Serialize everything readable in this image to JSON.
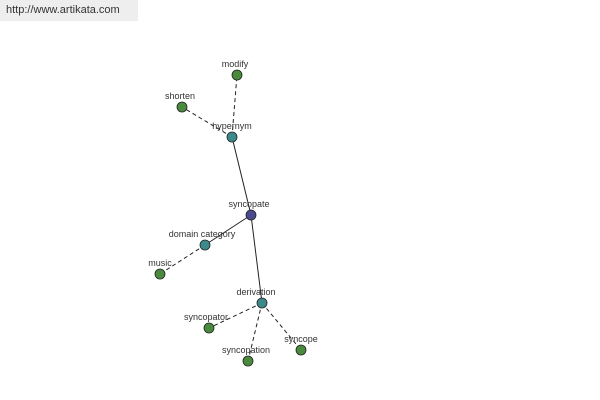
{
  "header": {
    "url": "http://www.artikata.com"
  },
  "graph": {
    "colors": {
      "center": "#4a4a8e",
      "relation": "#3c8a8a",
      "leaf": "#4a8a3c",
      "edge": "#222222"
    },
    "nodes": [
      {
        "id": "syncopate",
        "label": "syncopate",
        "kind": "center"
      },
      {
        "id": "hypernym",
        "label": "hypernym",
        "kind": "relation"
      },
      {
        "id": "domain_category",
        "label": "domain category",
        "kind": "relation"
      },
      {
        "id": "derivation",
        "label": "derivation",
        "kind": "relation"
      },
      {
        "id": "modify",
        "label": "modify",
        "kind": "leaf"
      },
      {
        "id": "shorten",
        "label": "shorten",
        "kind": "leaf"
      },
      {
        "id": "music",
        "label": "music",
        "kind": "leaf"
      },
      {
        "id": "syncopator",
        "label": "syncopator",
        "kind": "leaf"
      },
      {
        "id": "syncopation",
        "label": "syncopation",
        "kind": "leaf"
      },
      {
        "id": "syncope",
        "label": "syncope",
        "kind": "leaf"
      }
    ],
    "edges": [
      {
        "from": "syncopate",
        "to": "hypernym",
        "style": "solid"
      },
      {
        "from": "syncopate",
        "to": "domain_category",
        "style": "solid"
      },
      {
        "from": "syncopate",
        "to": "derivation",
        "style": "solid"
      },
      {
        "from": "hypernym",
        "to": "modify",
        "style": "dashed"
      },
      {
        "from": "hypernym",
        "to": "shorten",
        "style": "dashed"
      },
      {
        "from": "domain_category",
        "to": "music",
        "style": "dashed"
      },
      {
        "from": "derivation",
        "to": "syncopator",
        "style": "dashed"
      },
      {
        "from": "derivation",
        "to": "syncopation",
        "style": "dashed"
      },
      {
        "from": "derivation",
        "to": "syncope",
        "style": "dashed"
      }
    ]
  }
}
